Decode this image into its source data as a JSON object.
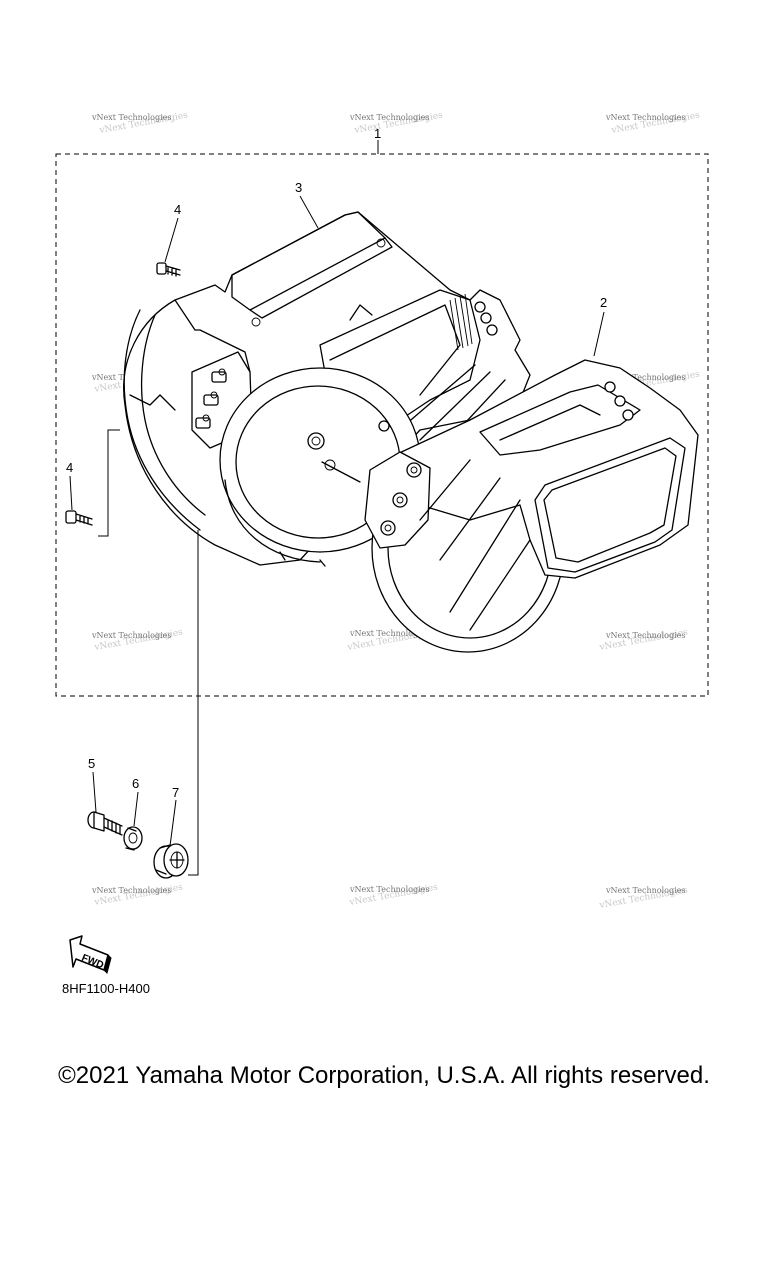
{
  "parts": [
    {
      "ref": "1"
    },
    {
      "ref": "2"
    },
    {
      "ref": "3"
    },
    {
      "ref": "4"
    },
    {
      "ref": "4"
    },
    {
      "ref": "5"
    },
    {
      "ref": "6"
    },
    {
      "ref": "7"
    }
  ],
  "watermark": "vNext Technologies",
  "fwd_label": "FWD",
  "diagram_code": "8HF1100-H400",
  "copyright": "©2021 Yamaha Motor Corporation, U.S.A. All rights reserved."
}
